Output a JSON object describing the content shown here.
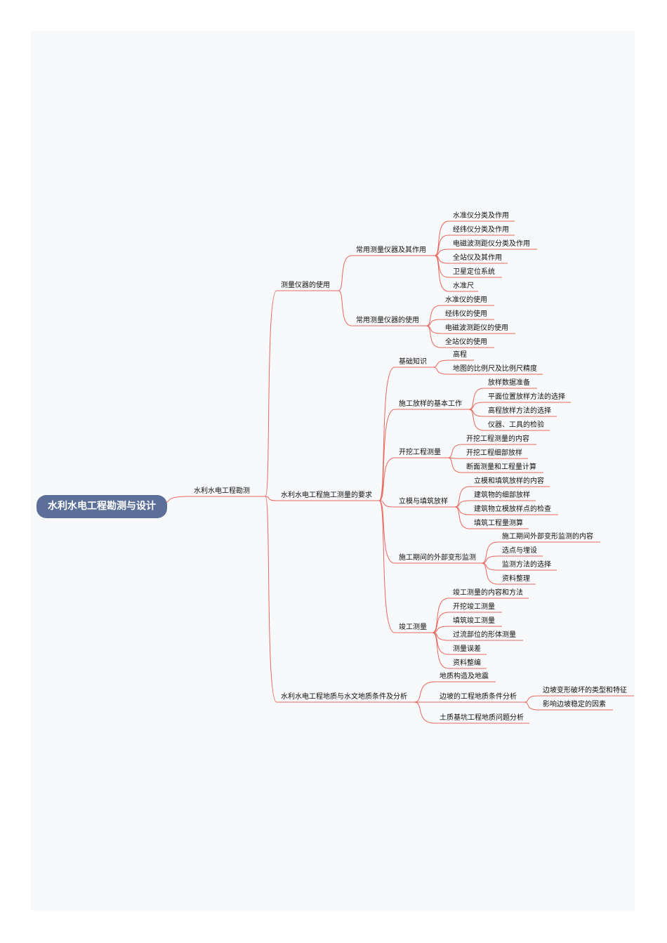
{
  "colors": {
    "line": "#e8675c",
    "root_bg": "#5b6f99",
    "canvas": "#f8f9fb"
  },
  "root": {
    "label": "水利水电工程勘测与设计"
  },
  "nodes": [
    {
      "id": "n1",
      "parent": "root",
      "label": "水利水电工程勘测"
    },
    {
      "id": "n2",
      "parent": "n1",
      "label": "测量仪器的使用"
    },
    {
      "id": "n3",
      "parent": "n2",
      "label": "常用测量仪器及其作用"
    },
    {
      "id": "n3a",
      "parent": "n3",
      "label": "水准仪分类及作用"
    },
    {
      "id": "n3b",
      "parent": "n3",
      "label": "经纬仪分类及作用"
    },
    {
      "id": "n3c",
      "parent": "n3",
      "label": "电磁波测距仪分类及作用"
    },
    {
      "id": "n3d",
      "parent": "n3",
      "label": "全站仪及其作用"
    },
    {
      "id": "n3e",
      "parent": "n3",
      "label": "卫星定位系统"
    },
    {
      "id": "n3f",
      "parent": "n3",
      "label": "水准尺"
    },
    {
      "id": "n4",
      "parent": "n2",
      "label": "常用测量仪器的使用"
    },
    {
      "id": "n4a",
      "parent": "n4",
      "label": "水准仪的使用"
    },
    {
      "id": "n4b",
      "parent": "n4",
      "label": "经纬仪的使用"
    },
    {
      "id": "n4c",
      "parent": "n4",
      "label": "电磁波测距仪的使用"
    },
    {
      "id": "n4d",
      "parent": "n4",
      "label": "全站仪的使用"
    },
    {
      "id": "n5",
      "parent": "n1",
      "label": "水利水电工程施工测量的要求"
    },
    {
      "id": "n6",
      "parent": "n5",
      "label": "基础知识"
    },
    {
      "id": "n6a",
      "parent": "n6",
      "label": "高程"
    },
    {
      "id": "n6b",
      "parent": "n6",
      "label": "地图的比例尺及比例尺精度"
    },
    {
      "id": "n7",
      "parent": "n5",
      "label": "施工放样的基本工作"
    },
    {
      "id": "n7a",
      "parent": "n7",
      "label": "放样数据准备"
    },
    {
      "id": "n7b",
      "parent": "n7",
      "label": "平面位置放样方法的选择"
    },
    {
      "id": "n7c",
      "parent": "n7",
      "label": "高程放样方法的选择"
    },
    {
      "id": "n7d",
      "parent": "n7",
      "label": "仪器、工具的检验"
    },
    {
      "id": "n8",
      "parent": "n5",
      "label": "开挖工程测量"
    },
    {
      "id": "n8a",
      "parent": "n8",
      "label": "开挖工程测量的内容"
    },
    {
      "id": "n8b",
      "parent": "n8",
      "label": "开挖工程细部放样"
    },
    {
      "id": "n8c",
      "parent": "n8",
      "label": "断面测量和工程量计算"
    },
    {
      "id": "n9",
      "parent": "n5",
      "label": "立模与填筑放样"
    },
    {
      "id": "n9a",
      "parent": "n9",
      "label": "立模和填筑放样的内容"
    },
    {
      "id": "n9b",
      "parent": "n9",
      "label": "建筑物的细部放样"
    },
    {
      "id": "n9c",
      "parent": "n9",
      "label": "建筑物立模放样点的检查"
    },
    {
      "id": "n9d",
      "parent": "n9",
      "label": "填筑工程量测算"
    },
    {
      "id": "n10",
      "parent": "n5",
      "label": "施工期间的外部变形监测"
    },
    {
      "id": "n10a",
      "parent": "n10",
      "label": "施工期间外部变形监测的内容"
    },
    {
      "id": "n10b",
      "parent": "n10",
      "label": "选点与埋设"
    },
    {
      "id": "n10c",
      "parent": "n10",
      "label": "监测方法的选择"
    },
    {
      "id": "n10d",
      "parent": "n10",
      "label": "资料整理"
    },
    {
      "id": "n11",
      "parent": "n5",
      "label": "竣工测量"
    },
    {
      "id": "n11a",
      "parent": "n11",
      "label": "竣工测量的内容和方法"
    },
    {
      "id": "n11b",
      "parent": "n11",
      "label": "开挖竣工测量"
    },
    {
      "id": "n11c",
      "parent": "n11",
      "label": "填筑竣工测量"
    },
    {
      "id": "n11d",
      "parent": "n11",
      "label": "过流部位的形体测量"
    },
    {
      "id": "n11e",
      "parent": "n11",
      "label": "测量误差"
    },
    {
      "id": "n11f",
      "parent": "n11",
      "label": "资料整编"
    },
    {
      "id": "n12",
      "parent": "n1",
      "label": "水利水电工程地质与水文地质条件及分析"
    },
    {
      "id": "n12a",
      "parent": "n12",
      "label": "地质构造及地震"
    },
    {
      "id": "n12b",
      "parent": "n12",
      "label": "边坡的工程地质条件分析"
    },
    {
      "id": "n12b1",
      "parent": "n12b",
      "label": "边坡变形破坏的类型和特征"
    },
    {
      "id": "n12b2",
      "parent": "n12b",
      "label": "影响边坡稳定的因素"
    },
    {
      "id": "n12c",
      "parent": "n12",
      "label": "土质基坑工程地质问题分析"
    }
  ]
}
